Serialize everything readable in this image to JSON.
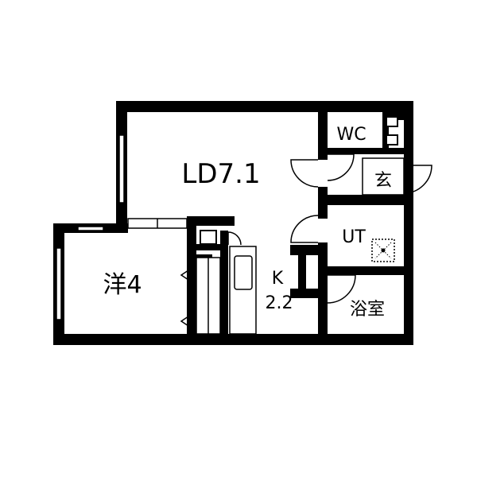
{
  "rooms": {
    "ld": "LD7.1",
    "western": "洋4",
    "kitchen_label": "K",
    "kitchen_size": "2.2",
    "wc": "WC",
    "entrance": "玄",
    "utility": "UT",
    "bathroom": "浴室"
  },
  "colors": {
    "wall": "#000000",
    "background": "#ffffff",
    "line": "#000000"
  }
}
